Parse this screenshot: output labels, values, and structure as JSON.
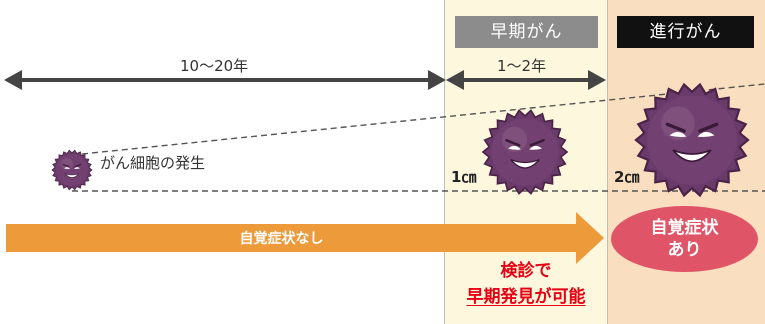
{
  "stages": {
    "early_label": "早期がん",
    "advanced_label": "進行がん"
  },
  "durations": {
    "development": "10〜20年",
    "early": "1〜2年"
  },
  "cell": {
    "origin_label": "がん細胞の発生",
    "size_early": "1㎝",
    "size_advanced": "2㎝"
  },
  "symptoms": {
    "none_label": "自覚症状なし",
    "present_line1": "自覚症状",
    "present_line2": "あり"
  },
  "screening": {
    "line1": "検診で",
    "line2": "早期発見が可能"
  },
  "colors": {
    "early_zone": "#fdf7dd",
    "advanced_zone": "#f9dfc0",
    "bar": "#ec9a3a",
    "symptom_badge": "#e05468",
    "note_text": "#e60012",
    "cell": "#6a3a6b"
  }
}
